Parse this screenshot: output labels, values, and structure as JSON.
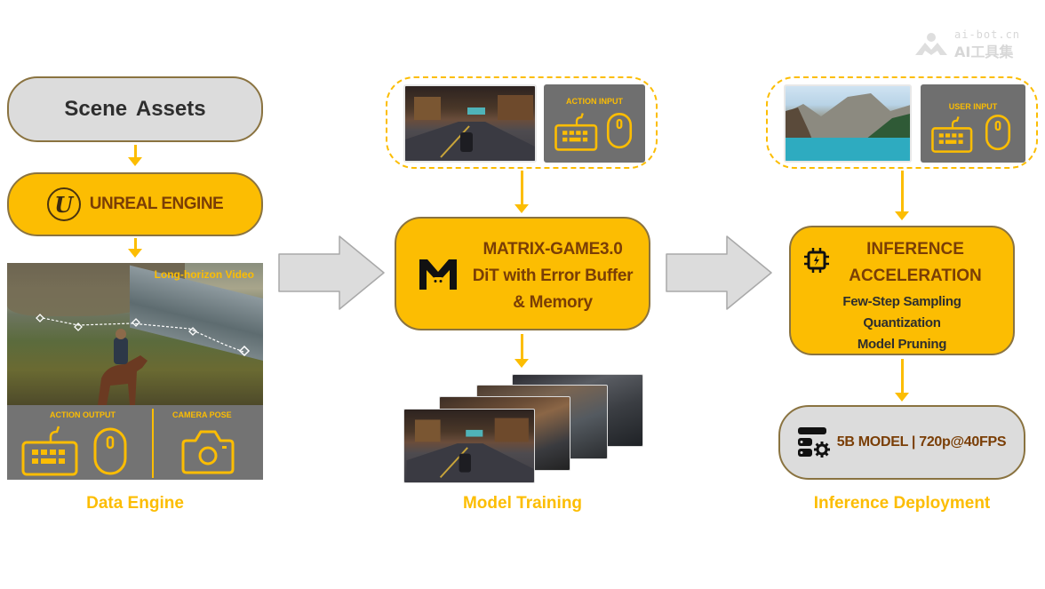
{
  "watermark": {
    "site": "ai-bot.cn",
    "brand": "AI工具集"
  },
  "data_engine": {
    "scene_assets": "Scene Assets",
    "unreal_engine": "UNREAL ENGINE",
    "unreal_logo_glyph": "U",
    "video_label": "Long-horizon Video",
    "action_output_label": "ACTION OUTPUT",
    "camera_pose_label": "CAMERA POSE",
    "caption": "Data Engine"
  },
  "model_training": {
    "action_input_label": "ACTION INPUT",
    "title_lines": [
      "MATRIX-GAME3.0",
      "DiT with Error Buffer",
      "& Memory"
    ],
    "caption": "Model Training"
  },
  "inference": {
    "user_input_label": "USER INPUT",
    "title_lines": [
      "INFERENCE",
      "ACCELERATION"
    ],
    "techniques": [
      "Few-Step Sampling",
      "Quantization",
      "Model Pruning"
    ],
    "deployment_spec": "5B MODEL | 720p@40FPS",
    "caption": "Inference Deployment"
  },
  "colors": {
    "accent": "#fcbd02",
    "title_brown": "#7a3e06",
    "box_gray": "#dcdcdc",
    "panel_gray": "#737373",
    "border": "#8a7340"
  }
}
